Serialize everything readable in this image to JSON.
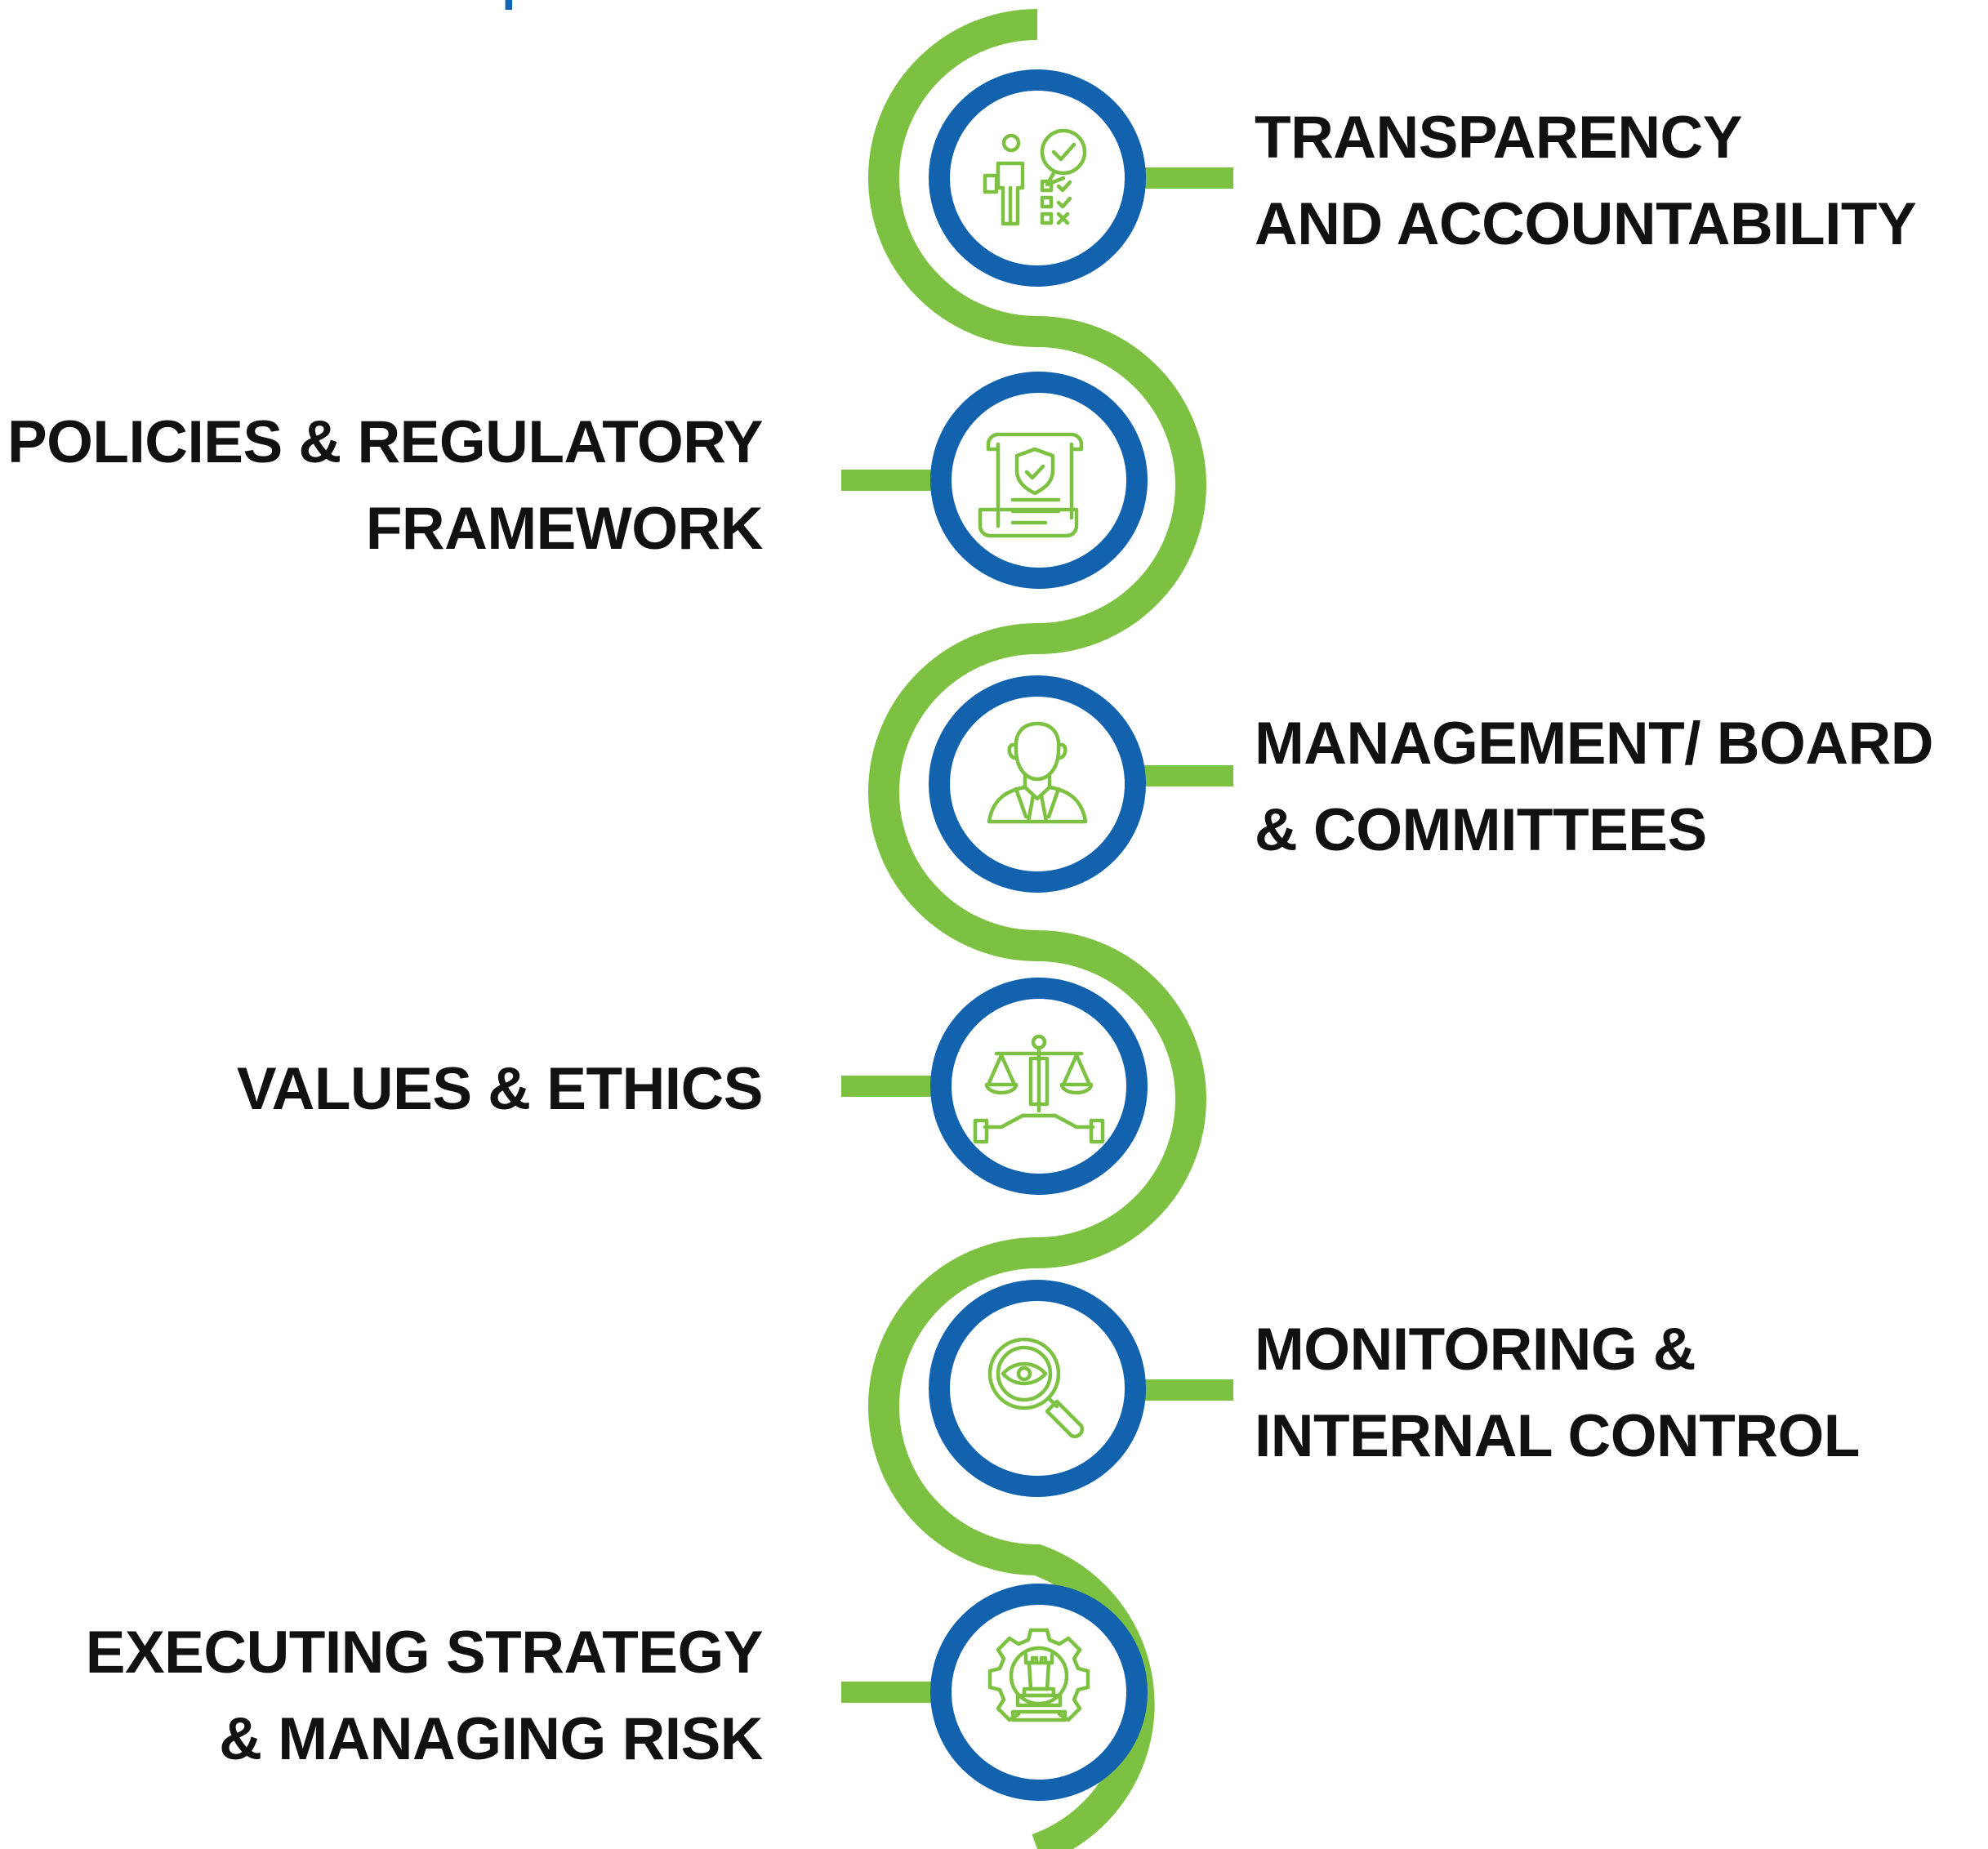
{
  "title": "te Governance Principles",
  "colors": {
    "green": "#7dc142",
    "blue": "#1262ae",
    "text": "#111111",
    "title": "#1565b0"
  },
  "principles": [
    {
      "line1": "TRANSPARENCY",
      "line2": "AND ACCOUNTABILITY",
      "icon": "checklist-person-icon",
      "side": "right"
    },
    {
      "line1": "POLICIES & REGULATORY",
      "line2": "FRAMEWORK",
      "icon": "policy-scroll-shield-icon",
      "side": "left"
    },
    {
      "line1": "MANAGEMENT/ BOARD",
      "line2": "& COMMITTEES",
      "icon": "businessman-icon",
      "side": "right"
    },
    {
      "line1": "VALUES & ETHICS",
      "line2": "",
      "icon": "scales-hand-icon",
      "side": "left"
    },
    {
      "line1": "MONITORING &",
      "line2": "INTERNAL CONTROL",
      "icon": "magnifier-eye-icon",
      "side": "right"
    },
    {
      "line1": "EXECUTING STRATEGY",
      "line2": "& MANAGING RISK",
      "icon": "gear-chess-rook-icon",
      "side": "left"
    }
  ]
}
